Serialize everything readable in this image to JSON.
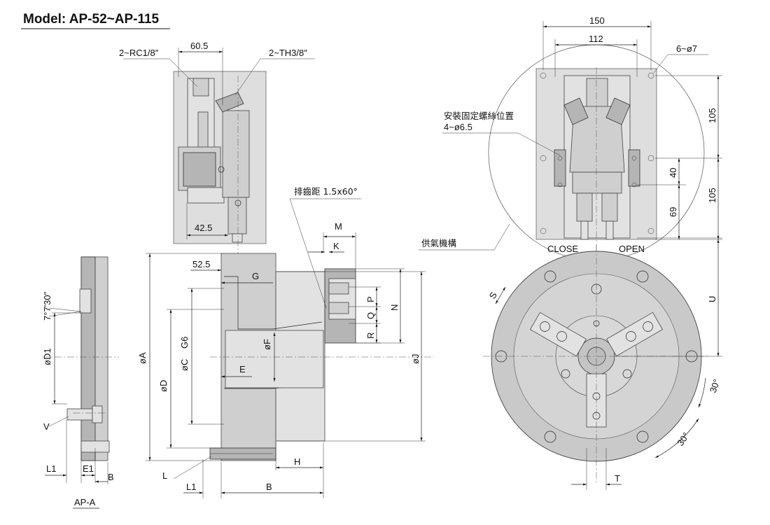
{
  "title": "Model: AP-52~AP-115",
  "labels": {
    "dim_60_5": "60.5",
    "rc": "2~RC1/8″",
    "th": "2~TH3/8″",
    "dim_42_5": "42.5",
    "dim_52_5": "52.5",
    "G": "G",
    "angle": "7°7'30″",
    "D1": "øD1",
    "V": "V",
    "L1_left": "L1",
    "E1": "E1",
    "B_left": "B",
    "view_name": "AP-A",
    "A": "øA",
    "C": "øC",
    "G6": "G6",
    "D": "øD",
    "F": "øF",
    "E": "E",
    "L": "L",
    "L1_mid": "L1",
    "B_mid": "B",
    "H": "H",
    "serration": "排齒距 1.5x60°",
    "M": "M",
    "K": "K",
    "P": "P",
    "Q": "Q",
    "N": "N",
    "R": "R",
    "J": "øJ",
    "dim_150": "150",
    "dim_112": "112",
    "holes6": "6~ø7",
    "mount_title": "安裝固定螺絲位置",
    "mount_holes": "4~ø6.5",
    "dim_105_top": "105",
    "dim_40": "40",
    "dim_105_bot": "105",
    "dim_69": "69",
    "air_supply": "供氣機構",
    "close": "CLOSE",
    "open": "OPEN",
    "U": "U",
    "S": "S",
    "angle30a": "30°",
    "angle30b": "30°",
    "T": "T"
  }
}
